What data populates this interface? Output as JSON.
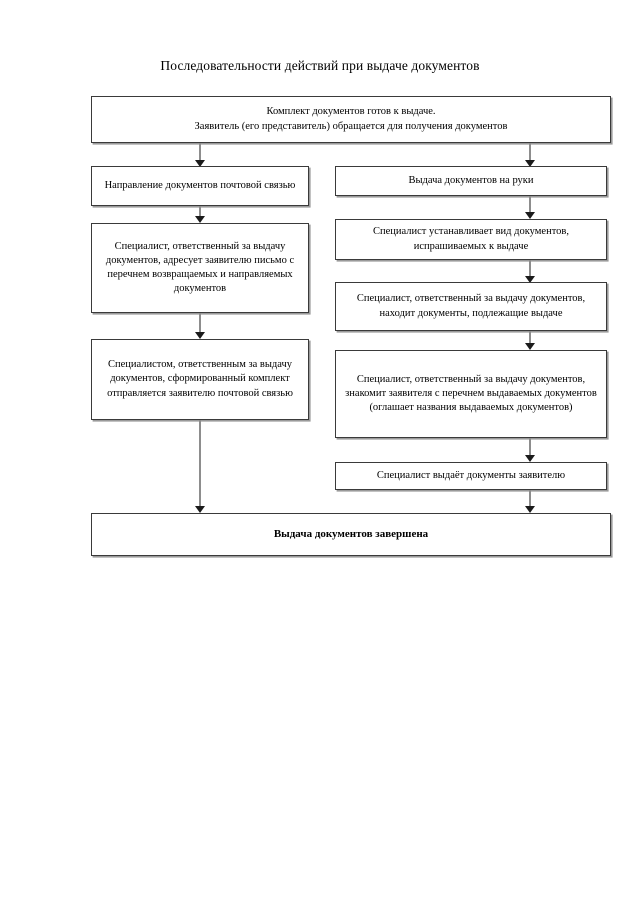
{
  "document": {
    "title": "Последовательности действий при выдаче документов"
  },
  "flowchart": {
    "type": "flowchart",
    "orientation": "top-down",
    "start": {
      "id": "start",
      "label": "Комплект документов готов к выдаче.\nЗаявитель (его представитель) обращается для получения документов"
    },
    "branches": [
      {
        "id": "branch-mail",
        "name": "Направление документов почтовой связью",
        "steps": [
          {
            "id": "left-1",
            "label": "Направление документов почтовой связью"
          },
          {
            "id": "left-2",
            "label": "Специалист, ответственный за выдачу документов, адресует заявителю письмо с перечнем возвращаемых и направляемых документов"
          },
          {
            "id": "left-3",
            "label": "Специалистом, ответственным за выдачу документов, сформированный комплект отправляется заявителю почтовой связью"
          }
        ]
      },
      {
        "id": "branch-in-person",
        "name": "Выдача документов на руки",
        "steps": [
          {
            "id": "right-1",
            "label": "Выдача документов на руки"
          },
          {
            "id": "right-2",
            "label": "Специалист устанавливает вид документов, испрашиваемых к выдаче"
          },
          {
            "id": "right-3",
            "label": "Специалист, ответственный за выдачу документов, находит документы, подлежащие выдаче"
          },
          {
            "id": "right-4",
            "label": "Специалист, ответственный за выдачу документов, знакомит заявителя с перечнем выдаваемых документов (оглашает названия выдаваемых документов)"
          },
          {
            "id": "right-5",
            "label": "Специалист выдаёт документы заявителю"
          }
        ]
      }
    ],
    "end": {
      "id": "end",
      "label": "Выдача документов завершена"
    },
    "colors": {
      "box_border": "#3a3a3a",
      "box_shadow": "#9a9a9a",
      "connector": "#8d8d8d",
      "arrowhead": "#1b1b1b",
      "text": "#000000",
      "background": "#ffffff"
    }
  }
}
